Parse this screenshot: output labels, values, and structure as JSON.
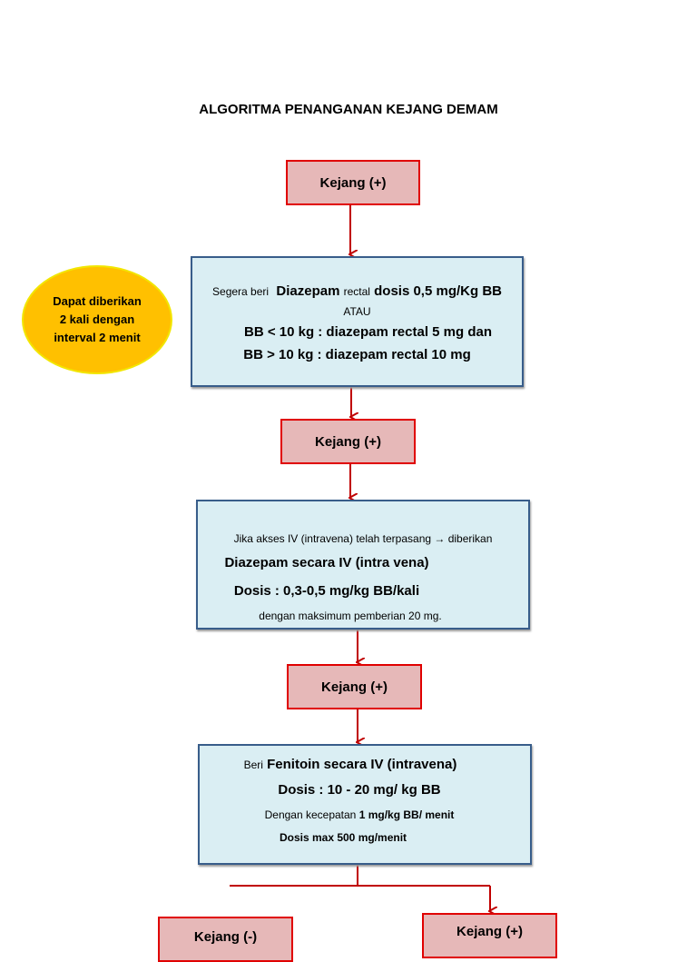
{
  "title": "ALGORITMA PENANGANAN KEJANG DEMAM",
  "note": {
    "lines": [
      "Dapat diberikan",
      "2 kali dengan",
      "interval 2 menit"
    ],
    "color": "#FFC000"
  },
  "steps": [
    {
      "label": "Kejang (+)"
    },
    {
      "l1a": "Segera beri",
      "l1b": "Diazepam",
      "l1c": "rectal",
      "l1d": "dosis 0,5 mg/Kg BB",
      "l2": "ATAU",
      "l3": "BB < 10 kg : diazepam rectal 5 mg dan",
      "l4": "BB > 10 kg : diazepam rectal 10 mg"
    },
    {
      "label": "Kejang (+)"
    },
    {
      "l1": "Jika akses IV (intravena) telah terpasang → diberikan",
      "l2": "Diazepam secara IV (intra vena)",
      "l3": "Dosis :  0,3-0,5   mg/kg BB/kali",
      "l4": "dengan maksimum pemberian 20 mg."
    },
    {
      "label": "Kejang (+)"
    },
    {
      "l1a": "Beri",
      "l1b": "Fenitoin  secara IV (intravena)",
      "l2": "Dosis : 10 - 20 mg/ kg BB",
      "l3a": "Dengan kecepatan",
      "l3b": "1 mg/kg BB/ menit",
      "l4": "Dosis max 500 mg/menit"
    }
  ],
  "branches": [
    {
      "label": "Kejang (-)"
    },
    {
      "label": "Kejang (+)"
    }
  ],
  "colors": {
    "pink_fill": "#E6B8B8",
    "pink_border": "#E00000",
    "blue_fill": "#DAEEF3",
    "blue_border": "#385D8A",
    "arrow": "#C00000"
  }
}
